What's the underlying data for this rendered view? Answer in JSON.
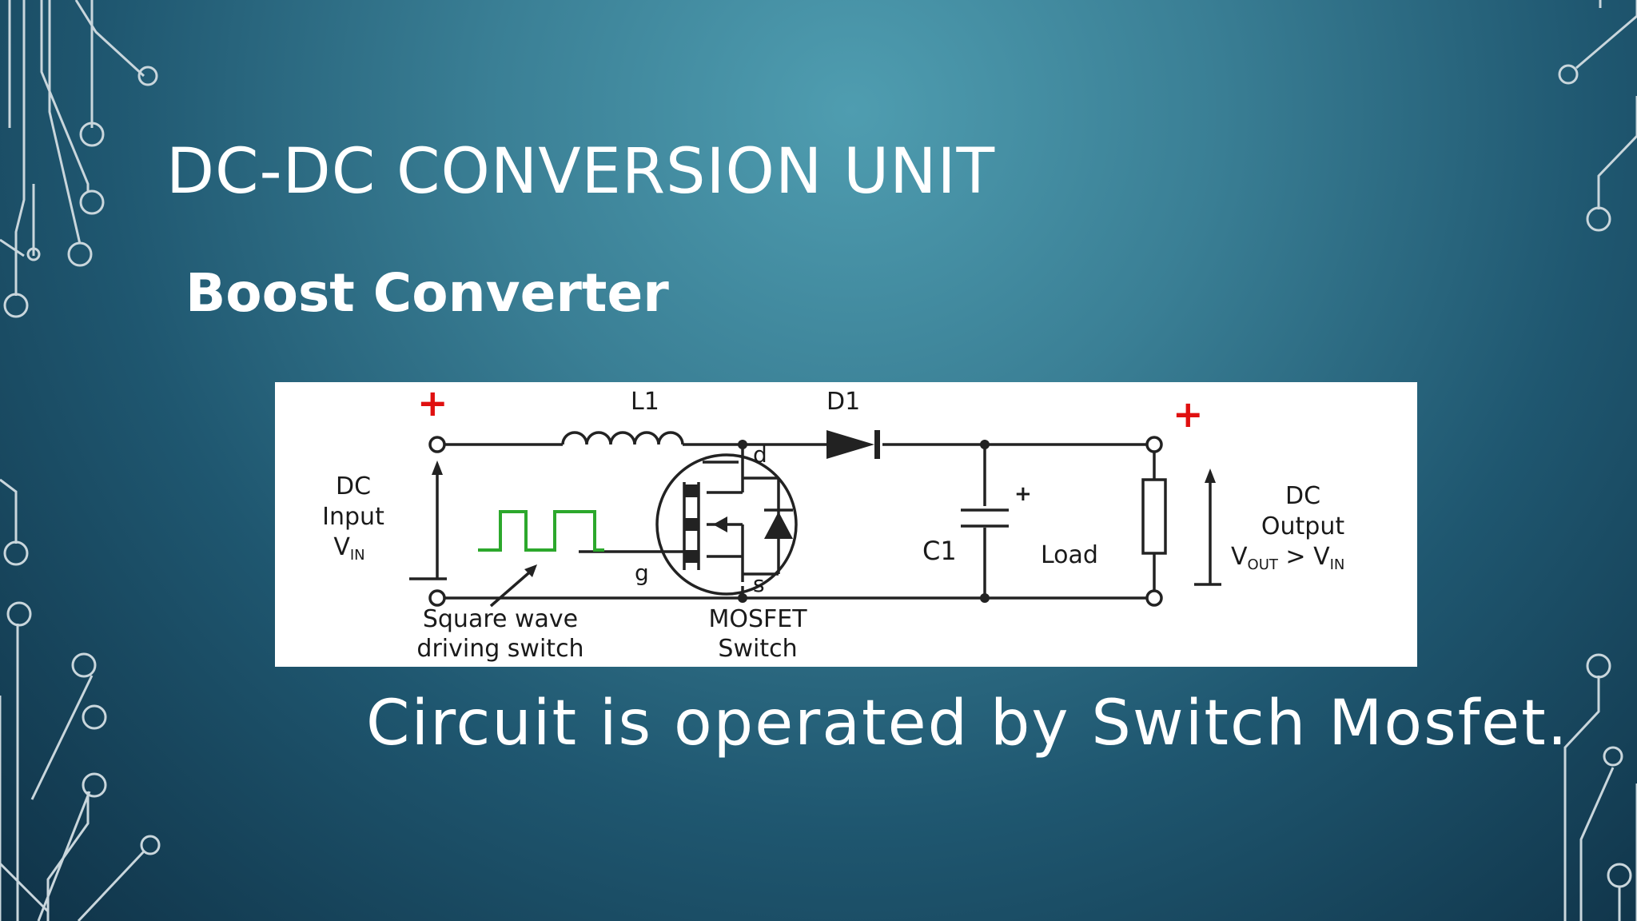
{
  "slide": {
    "title": "DC-DC CONVERSION UNIT",
    "subtitle": "Boost Converter",
    "caption": "Circuit is operated by Switch Mosfet."
  },
  "circuit": {
    "plus_input": "+",
    "plus_output": "+",
    "inductor_label": "L1",
    "diode_label": "D1",
    "drain_label": "d",
    "gate_label": "g",
    "source_label": "s",
    "capacitor_label": "C1",
    "capacitor_plus": "+",
    "load_label": "Load",
    "input_line1": "DC",
    "input_line2": "Input",
    "input_line3": "V",
    "input_sub": "IN",
    "square_line1": "Square wave",
    "square_line2": "driving switch",
    "mosfet_line1": "MOSFET",
    "mosfet_line2": "Switch",
    "output_line1": "DC",
    "output_line2": "Output",
    "output_v1": "V",
    "output_sub1": "OUT",
    "output_gt": " > V",
    "output_sub2": "IN"
  },
  "colors": {
    "background_top": "#4f9db0",
    "background_bottom": "#0f3247",
    "text": "#ffffff",
    "wire": "#222222",
    "plus_sign": "#e01010",
    "square_wave": "#2ca82c",
    "decoration": "#c9d6dc"
  }
}
